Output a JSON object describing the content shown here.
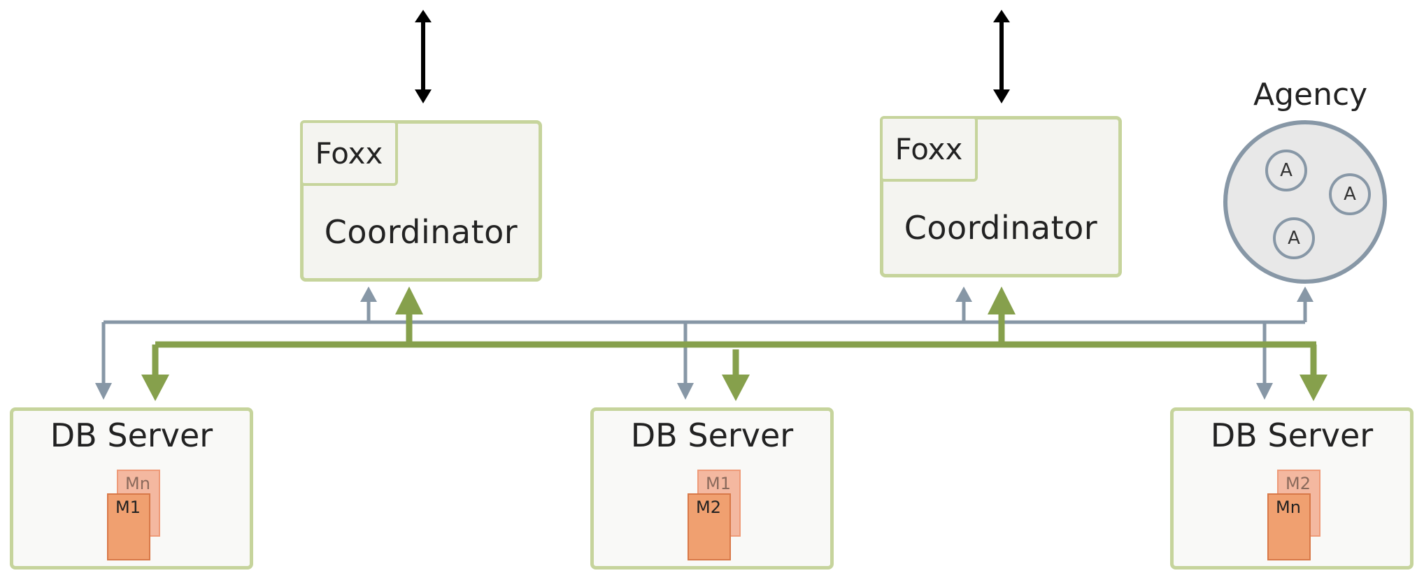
{
  "coordinators": [
    {
      "foxx_label": "Foxx",
      "label": "Coordinator"
    },
    {
      "foxx_label": "Foxx",
      "label": "Coordinator"
    }
  ],
  "agency": {
    "label": "Agency",
    "agents": [
      "A",
      "A",
      "A"
    ]
  },
  "db_servers": [
    {
      "label": "DB Server",
      "back_shard": "Mn",
      "front_shard": "M1"
    },
    {
      "label": "DB Server",
      "back_shard": "M1",
      "front_shard": "M2"
    },
    {
      "label": "DB Server",
      "back_shard": "M2",
      "front_shard": "Mn"
    }
  ],
  "colors": {
    "box_border": "#c6d49c",
    "grey_line": "#8797a6",
    "green_line": "#86a04c",
    "shard_front": "#f0a070",
    "shard_back": "#f4b8a0"
  }
}
